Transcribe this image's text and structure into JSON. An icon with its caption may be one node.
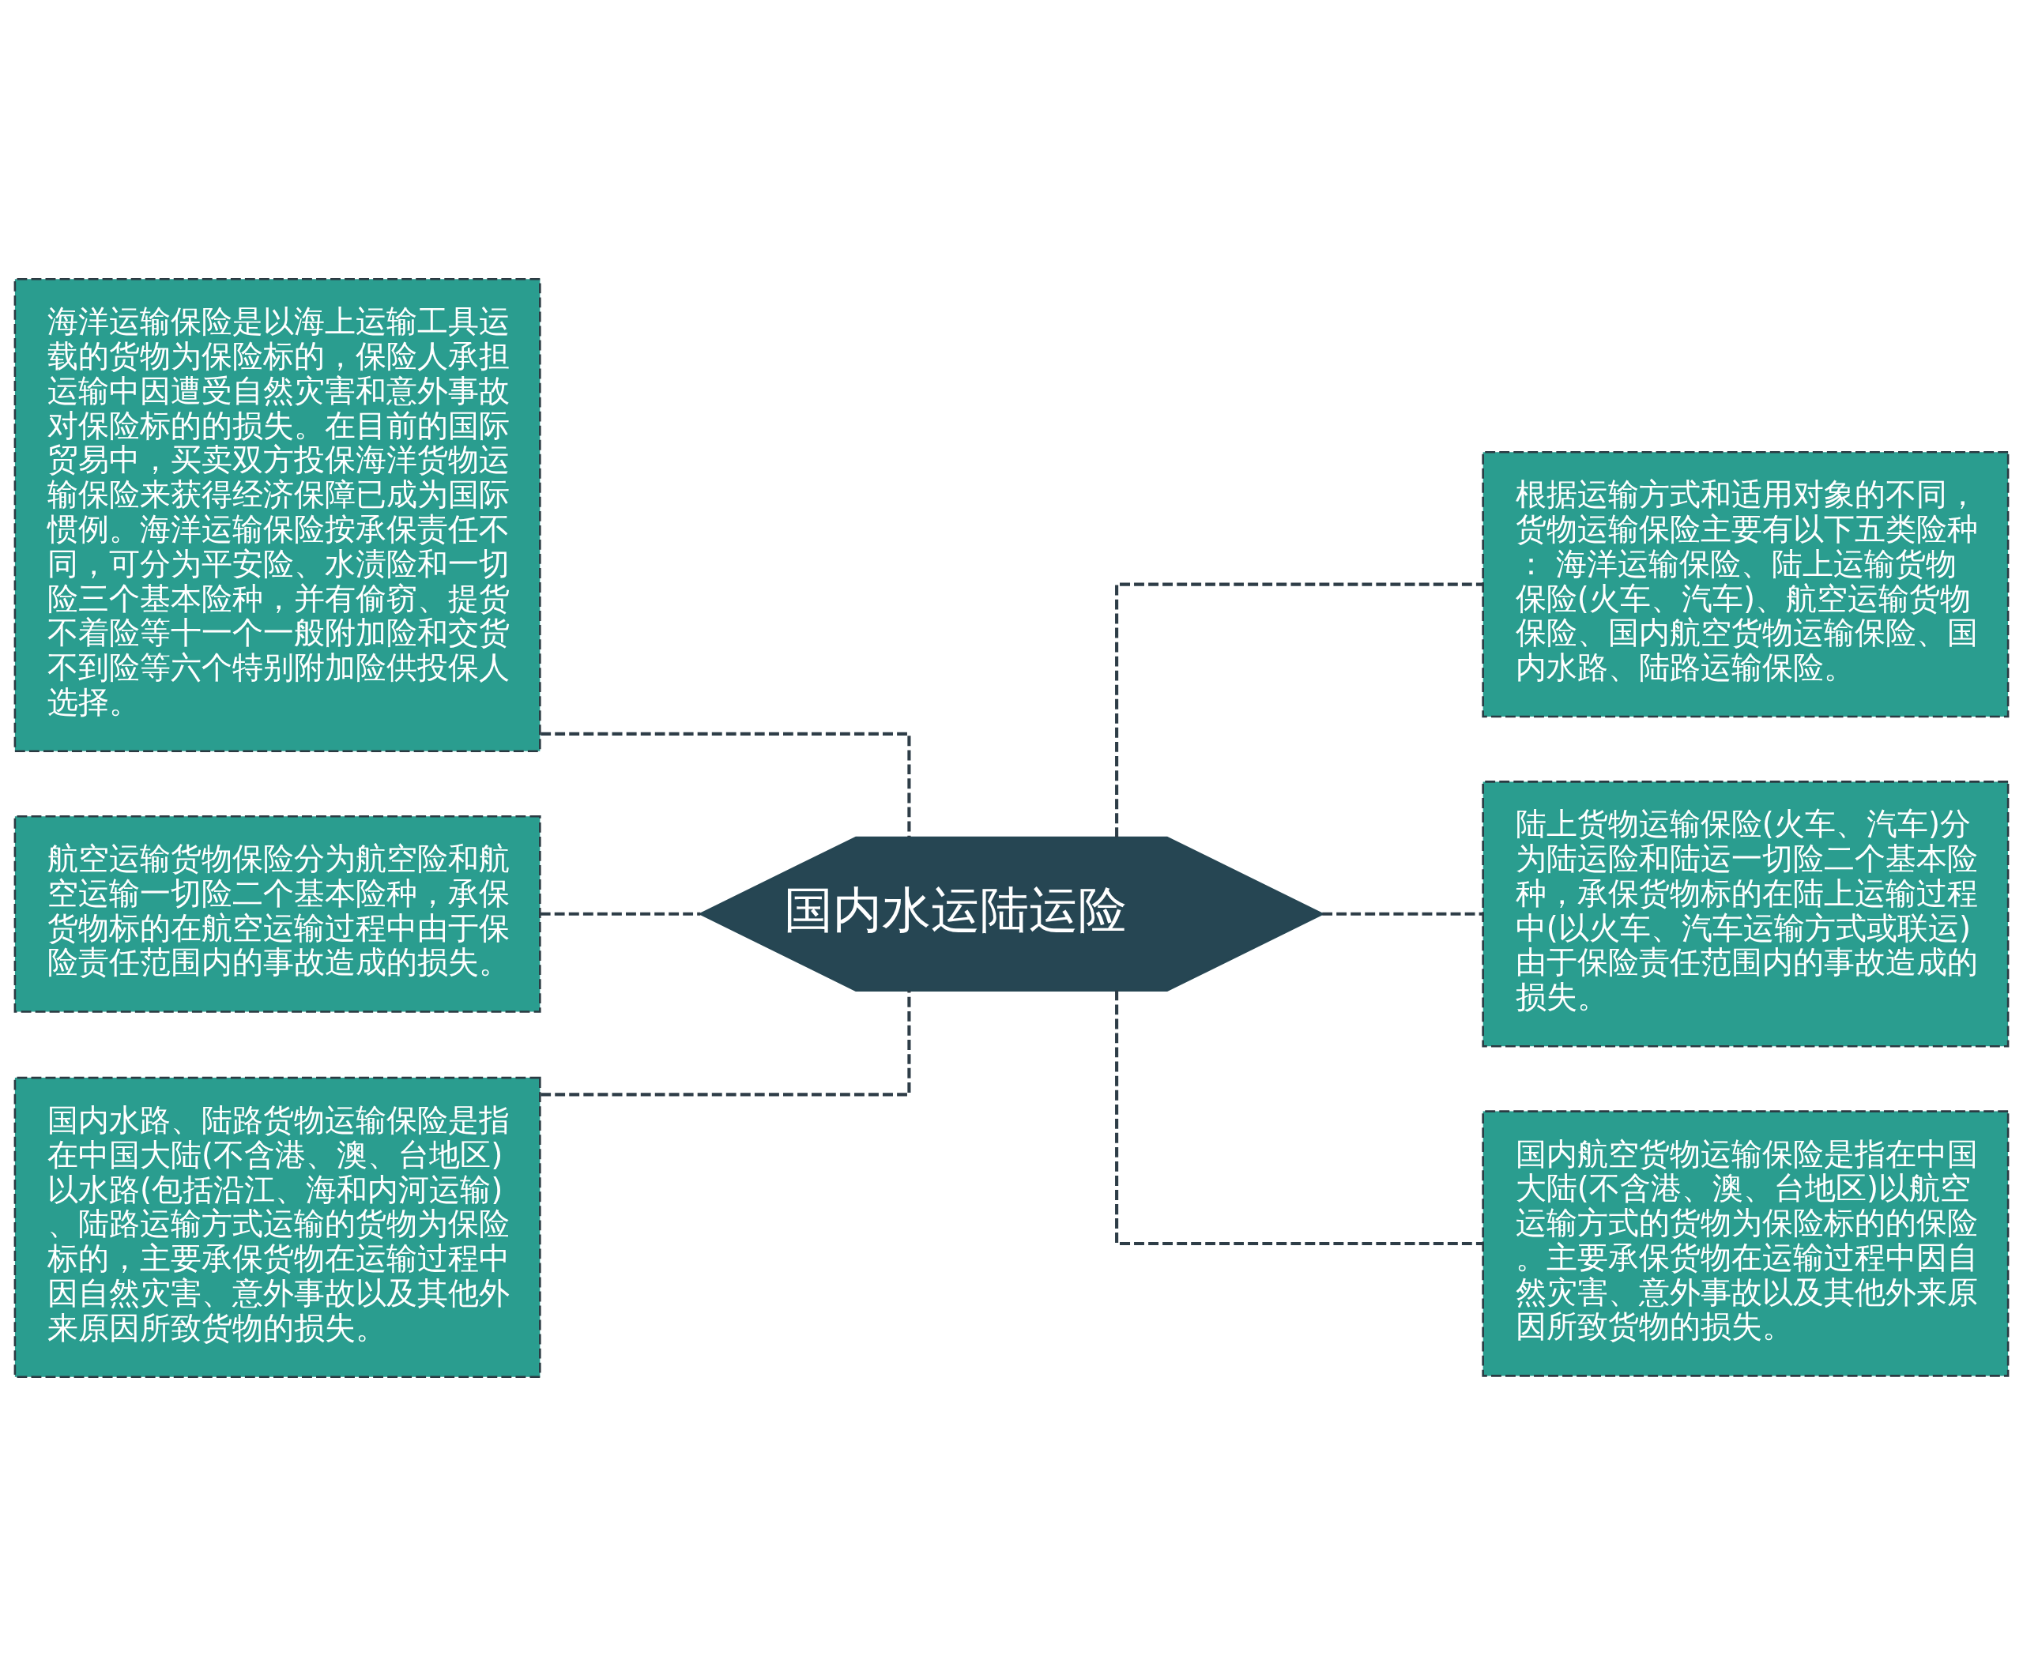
{
  "diagram": {
    "nodes": [
      {
        "text": [
          "海洋运输保险是以海上运输工具运载的货物为保险标的，保险人承担运输中因遭受自然灾害和意外事故对保险标的的损失。在目前的国际贸易中，买卖双方投保海洋货物运输保险来获得经济保障已成为国际惯例。海洋运输保险按承保责任不同，可分为平安险、水渍险和一切险三个基本险种，并有偷窃、提货不着险等十一个一般附加险和交货不到险等六个特别附加险供投保人选择。"
        ]
      },
      {
        "text": [
          "航空运输货物保险分为航空险和航空运输一切险二个基本险种，承保货物标的在航空运输过程中由于保险责任范围内的事故造成的损失。"
        ]
      },
      {
        "text": [
          "国内水路、陆路货物运输保险是指在中国大陆(不含港、澳、台地区)以水路(包括沿江、海和内河运输)、陆路运输方式运输的货物为保险标的，主要承保货物在运输过程中因自然灾害、意外事故以及其他外来原因所致货物的损失。"
        ]
      },
      {
        "text": [
          "国内水运陆运险"
        ]
      },
      {
        "text": [
          "根据运输方式和适用对象的不同，货物运输保险主要有以下五类险种： 海洋运输保险、陆上运输货物保险(火车、汽车)、航空运输货物保险、国内航空货物运输保险、国内水路、陆路运输保险。"
        ]
      },
      {
        "text": [
          "陆上货物运输保险(火车、汽车)分为陆运险和陆运一切险二个基本险种，承保货物标的在陆上运输过程中(以火车、汽车运输方式或联运)由于保险责任范围内的事故造成的损失。"
        ]
      },
      {
        "text": [
          "国内航空货物运输保险是指在中国大陆(不含港、澳、台地区)以航空运输方式的货物为保险标的的保险。主要承保货物在运输过程中因自然灾害、意外事故以及其他外来原因所致货物的损失。"
        ]
      }
    ],
    "edges": [
      {
        "from": 0,
        "to": 3,
        "arrow": "none",
        "style": "dashed"
      },
      {
        "from": 1,
        "to": 3,
        "arrow": "none",
        "style": "dashed"
      },
      {
        "from": 2,
        "to": 3,
        "arrow": "none",
        "style": "dashed"
      },
      {
        "from": 3,
        "to": 4,
        "arrow": "none",
        "style": "dashed"
      },
      {
        "from": 3,
        "to": 5,
        "arrow": "none",
        "style": "dashed"
      },
      {
        "from": 3,
        "to": 6,
        "arrow": "none",
        "style": "dashed"
      }
    ]
  }
}
